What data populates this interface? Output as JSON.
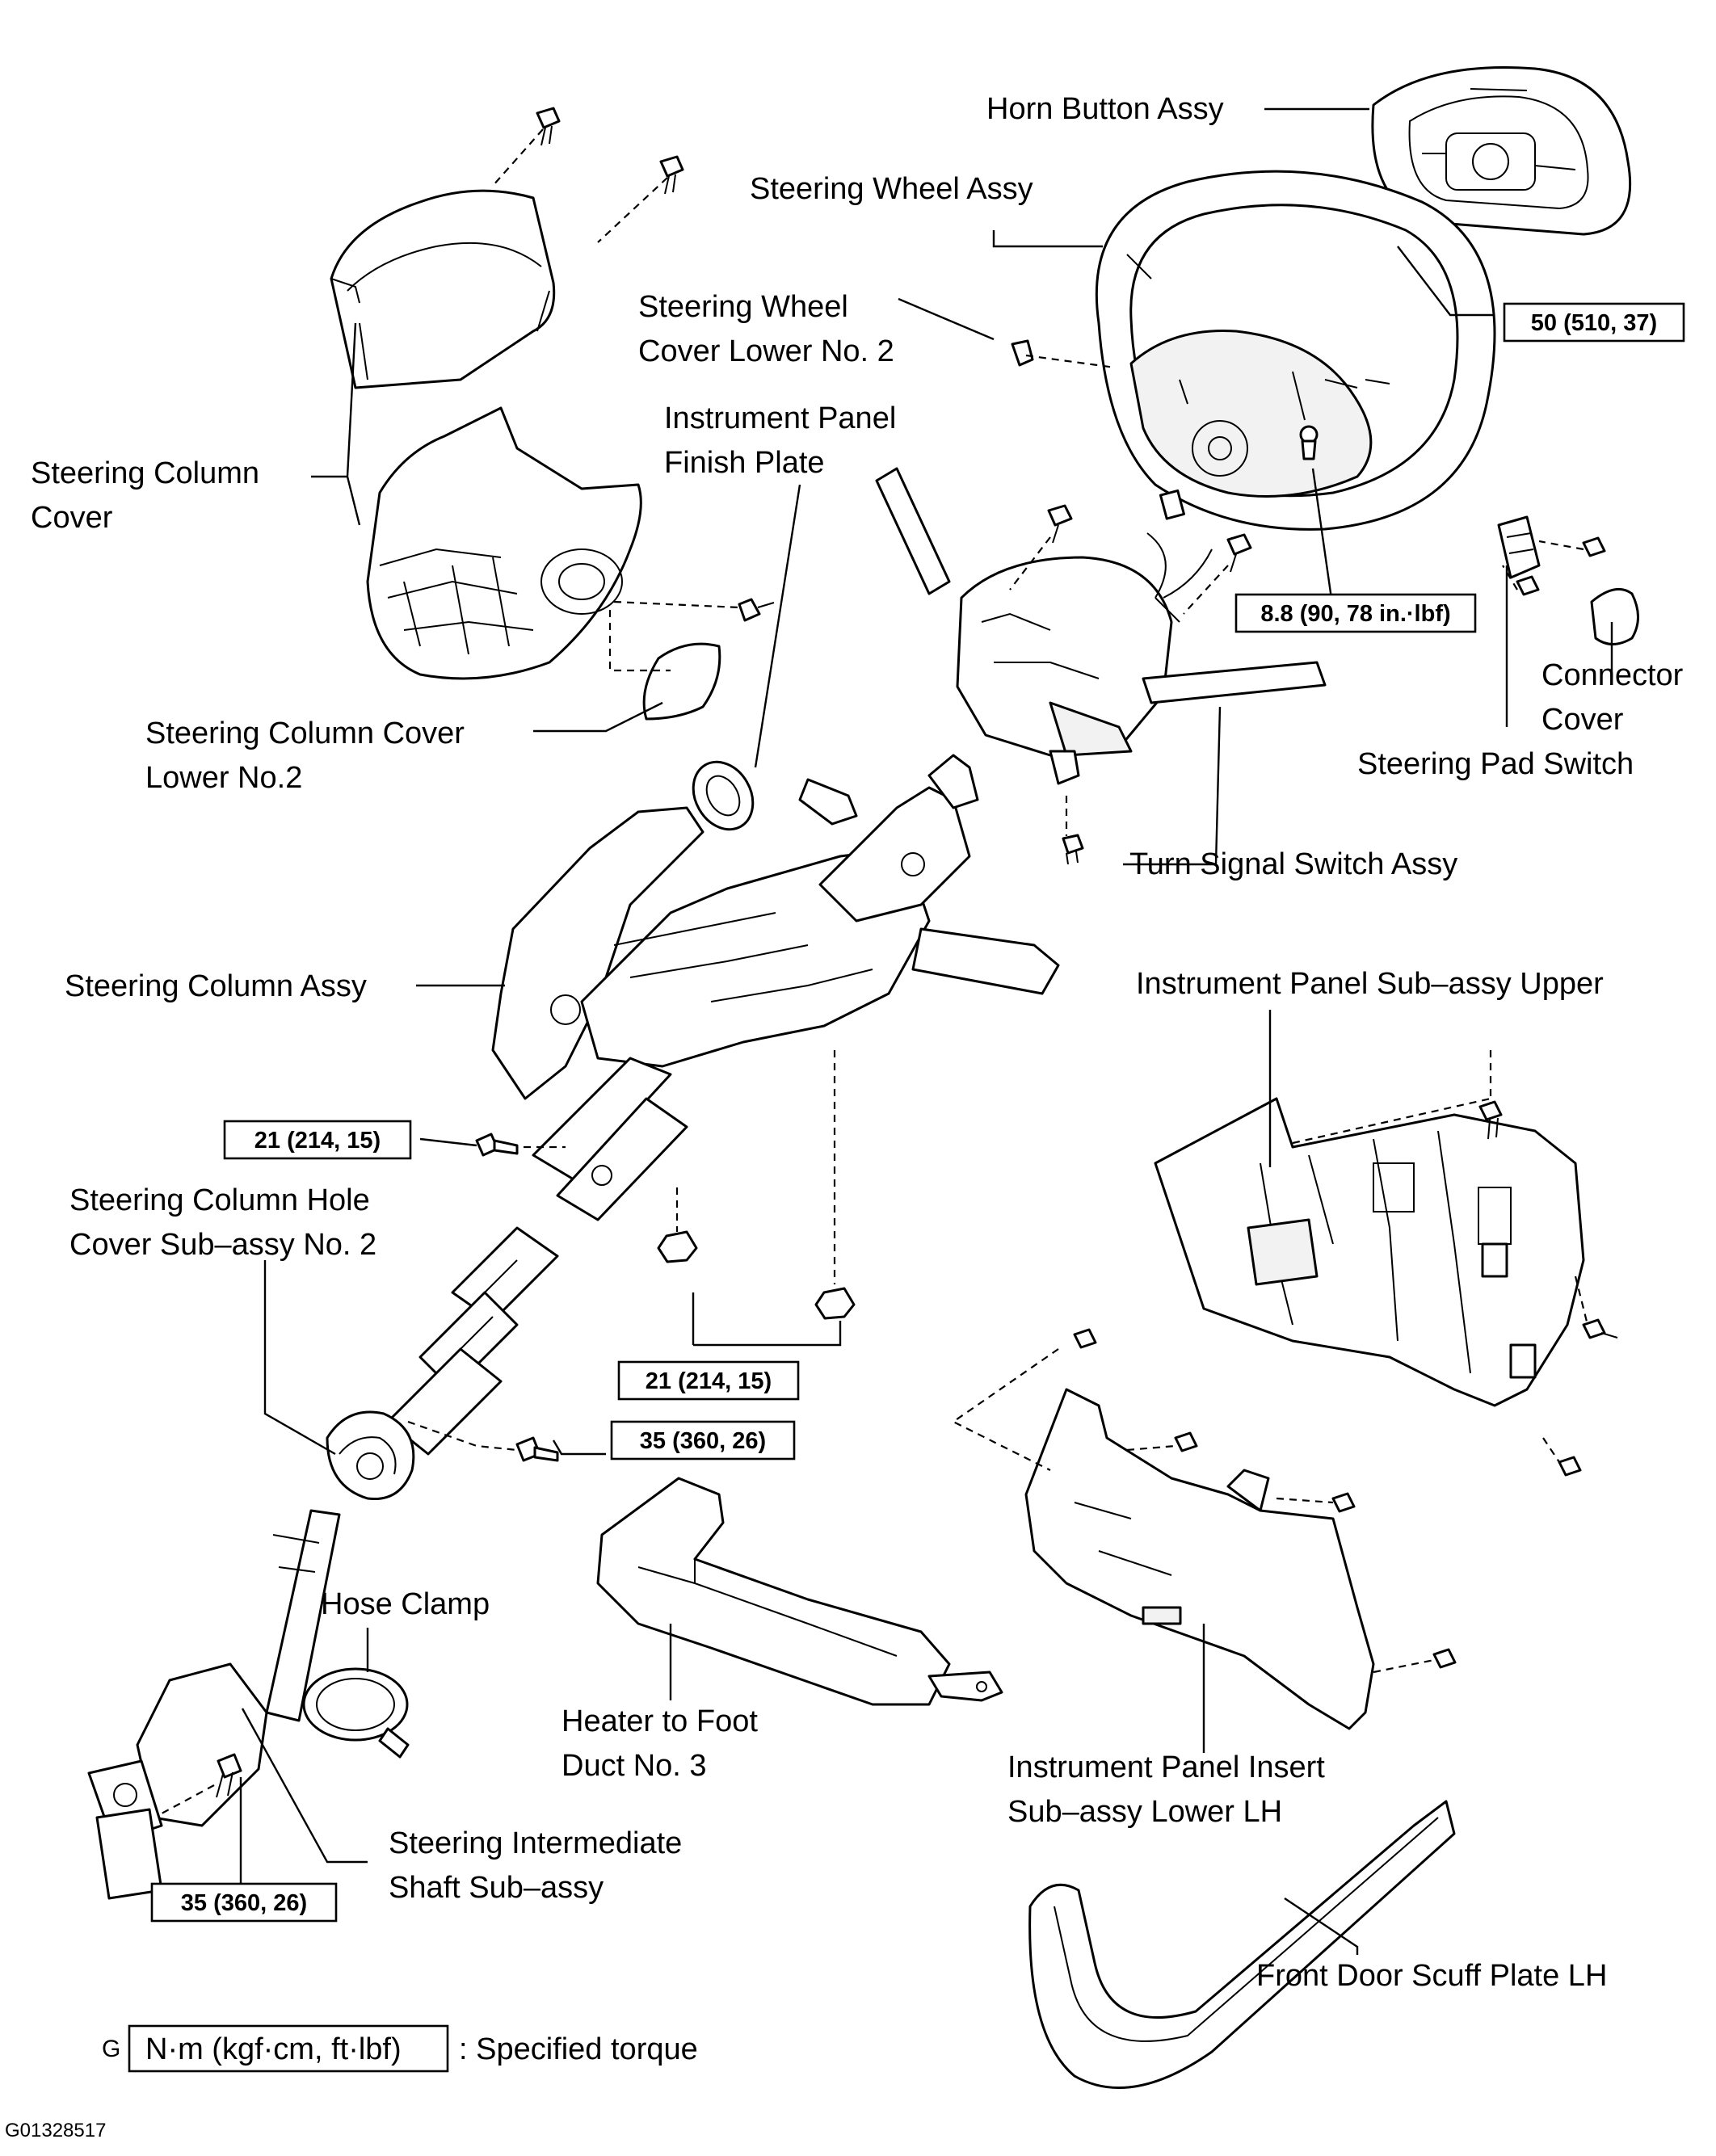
{
  "labels": {
    "horn_button_assy": "Horn Button Assy",
    "steering_wheel_assy": "Steering Wheel Assy",
    "steering_wheel_cover_lower_no2_line1": "Steering Wheel",
    "steering_wheel_cover_lower_no2_line2": "Cover Lower No. 2",
    "instrument_panel_finish_plate_line1": "Instrument Panel",
    "instrument_panel_finish_plate_line2": "Finish Plate",
    "steering_column_cover_line1": "Steering Column",
    "steering_column_cover_line2": "Cover",
    "steering_column_cover_lower_no2_line1": "Steering Column Cover",
    "steering_column_cover_lower_no2_line2": "Lower No.2",
    "connector_cover_line1": "Connector",
    "connector_cover_line2": "Cover",
    "steering_pad_switch": "Steering Pad Switch",
    "turn_signal_switch_assy": "Turn Signal Switch Assy",
    "steering_column_assy": "Steering Column Assy",
    "instrument_panel_sub_assy_upper": "Instrument Panel Sub–assy Upper",
    "steering_column_hole_cover_line1": "Steering Column Hole",
    "steering_column_hole_cover_line2": "Cover Sub–assy No. 2",
    "hose_clamp": "Hose Clamp",
    "heater_to_foot_duct_line1": "Heater to Foot",
    "heater_to_foot_duct_line2": "Duct No. 3",
    "instrument_panel_insert_line1": "Instrument Panel Insert",
    "instrument_panel_insert_line2": "Sub–assy Lower LH",
    "steering_intermediate_shaft_line1": "Steering Intermediate",
    "steering_intermediate_shaft_line2": "Shaft Sub–assy",
    "front_door_scuff_plate_lh": "Front Door Scuff Plate LH"
  },
  "torques": {
    "horn_nut": "50 (510, 37)",
    "wheel_screw": "8.8 (90, 78 in.·lbf)",
    "column_bolt_upper": "21 (214, 15)",
    "column_nuts": "21 (214, 15)",
    "joint_bolt_upper": "35 (360, 26)",
    "joint_bolt_lower": "35 (360, 26)"
  },
  "legend": {
    "prefix": "G",
    "unit": "N·m (kgf·cm, ft·lbf)",
    "description": ": Specified torque"
  },
  "figure_code": "G01328517"
}
